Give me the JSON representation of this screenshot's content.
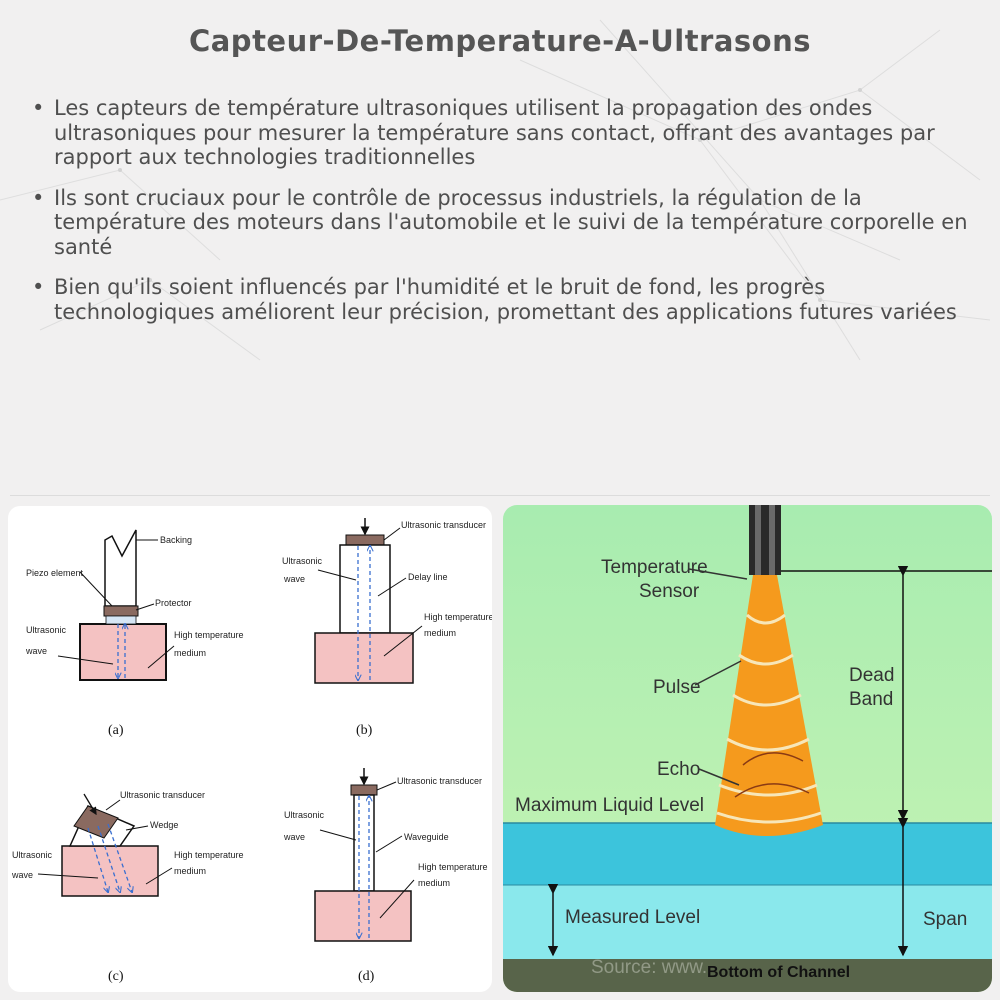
{
  "title": "Capteur-De-Temperature-A-Ultrasons",
  "bullets": [
    "Les capteurs de température ultrasoniques utilisent la propagation des ondes ultrasoniques pour mesurer la température sans contact, offrant des avantages par rapport aux technologies traditionnelles",
    "Ils sont cruciaux pour le contrôle de processus industriels, la régulation de la température des moteurs dans l'automobile et le suivi de la température corporelle en santé",
    "Bien qu'ils soient influencés par l'humidité et le bruit de fond, les progrès technologiques améliorent leur précision, promettant des applications futures variées"
  ],
  "left_figure": {
    "a": {
      "caption": "(a)",
      "backing": "Backing",
      "piezo": "Piezo element",
      "protector": "Protector",
      "wave_1": "Ultrasonic",
      "wave_2": "wave",
      "medium_1": "High temperature",
      "medium_2": "medium"
    },
    "b": {
      "caption": "(b)",
      "transducer": "Ultrasonic transducer",
      "wave_1": "Ultrasonic",
      "wave_2": "wave",
      "delay": "Delay line",
      "medium_1": "High temperature",
      "medium_2": "medium"
    },
    "c": {
      "caption": "(c)",
      "transducer": "Ultrasonic transducer",
      "wedge": "Wedge",
      "wave_1": "Ultrasonic",
      "wave_2": "wave",
      "medium_1": "High temperature",
      "medium_2": "medium"
    },
    "d": {
      "caption": "(d)",
      "transducer": "Ultrasonic transducer",
      "wave_1": "Ultrasonic",
      "wave_2": "wave",
      "waveguide": "Waveguide",
      "medium_1": "High temperature",
      "medium_2": "medium"
    }
  },
  "right_figure": {
    "sensor_1": "Temperature",
    "sensor_2": "Sensor",
    "pulse": "Pulse",
    "echo": "Echo",
    "dead_1": "Dead",
    "dead_2": "Band",
    "max_level": "Maximum Liquid Level",
    "measured": "Measured Level",
    "span": "Span",
    "bottom": "Bottom of Channel",
    "source": "Source: www."
  },
  "colors": {
    "medium_fill": "#f4c2c2",
    "wave_blue": "#3a6fd0",
    "right_bg": "#b8f0b0",
    "cone": "#f59a1d",
    "liquid_top": "#3cc4dc",
    "liquid_bottom": "#8ae8ec",
    "channel_bottom": "#58644a"
  }
}
